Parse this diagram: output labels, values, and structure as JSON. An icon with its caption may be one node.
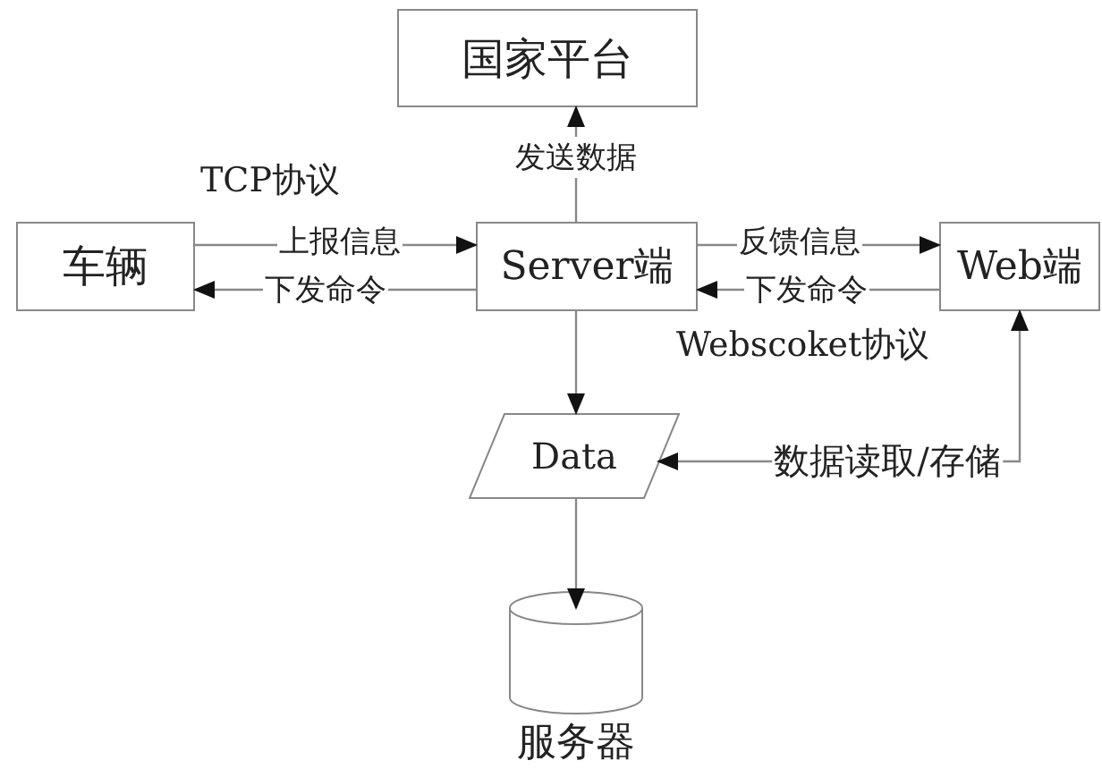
{
  "diagram": {
    "nodes": [
      {
        "text": [
          "国家平台"
        ]
      },
      {
        "text": [
          "车辆"
        ]
      },
      {
        "text": [
          "Server端"
        ]
      },
      {
        "text": [
          "Web端"
        ]
      },
      {
        "text": [
          "Data"
        ]
      },
      {
        "text": [
          "服务器"
        ]
      }
    ],
    "edges": [
      {
        "from": 2,
        "to": 0,
        "arrow": "to",
        "label": "发送数据"
      },
      {
        "from": 1,
        "to": 2,
        "arrow": "to",
        "label": "上报信息"
      },
      {
        "from": 2,
        "to": 1,
        "arrow": "to",
        "label": "下发命令"
      },
      {
        "from": 2,
        "to": 3,
        "arrow": "to",
        "label": "反馈信息"
      },
      {
        "from": 3,
        "to": 2,
        "arrow": "to",
        "label": "下发命令"
      },
      {
        "from": 2,
        "to": 4,
        "arrow": "to"
      },
      {
        "from": 4,
        "to": 5,
        "arrow": "to"
      },
      {
        "from": 3,
        "to": 4,
        "arrow": "both",
        "label": "数据读取/存储"
      }
    ],
    "labels": [
      "TCP协议",
      "Webscoket协议"
    ]
  }
}
